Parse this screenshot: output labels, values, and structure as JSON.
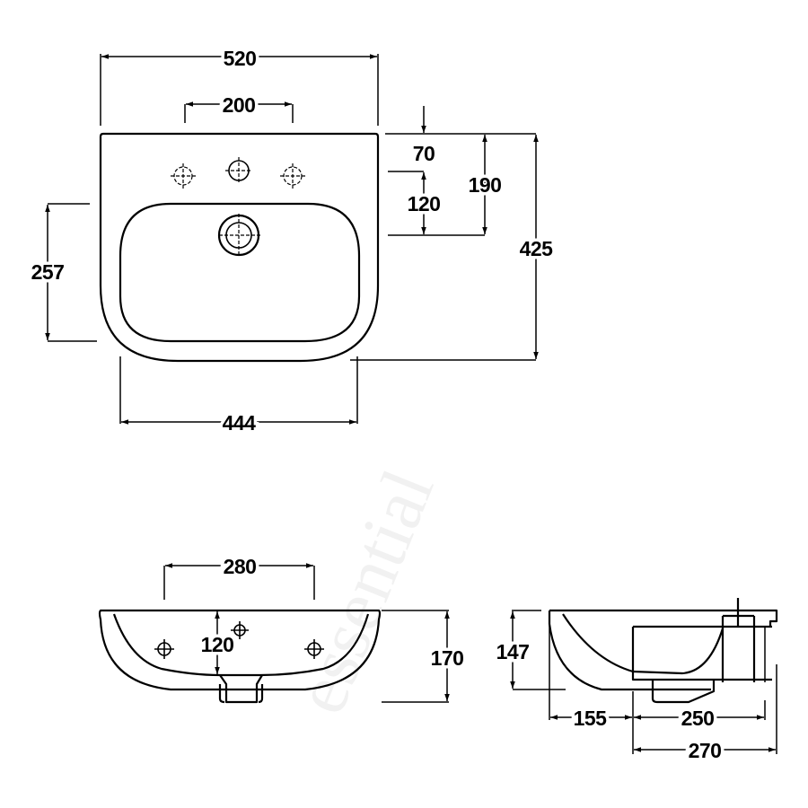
{
  "title": "Basin dimension drawing",
  "watermark": "essential",
  "plan_view": {
    "overall_width": "520",
    "tap_hole_spacing": "200",
    "rim_to_tap_holes": "70",
    "tap_holes_to_waste": "120",
    "rim_to_waste": "190",
    "overall_depth": "425",
    "bowl_depth": "257",
    "bowl_width": "444"
  },
  "front_view": {
    "side_hole_spacing": "280",
    "hole_height": "120",
    "overall_height": "170"
  },
  "side_view": {
    "height": "147",
    "front_to_pedestal": "155",
    "pedestal_depth": "250",
    "wall_depth": "270"
  }
}
